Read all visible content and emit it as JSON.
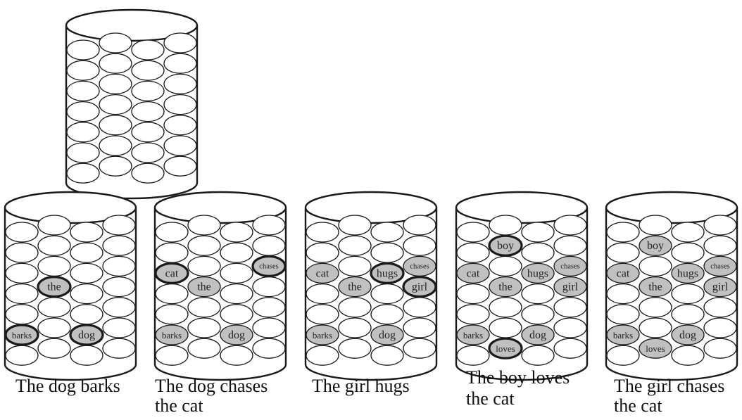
{
  "colors": {
    "stroke": "#1a1a1a",
    "filled": "#c0c0c0",
    "empty": "#ffffff"
  },
  "cylinders": [
    {
      "id": "blank",
      "caption": [],
      "words": []
    },
    {
      "id": "c1",
      "caption": [
        "The dog barks"
      ],
      "words": [
        {
          "slot": "3-1",
          "text": "the",
          "bold": true
        },
        {
          "slot": "5-0",
          "text": "barks",
          "bold": true
        },
        {
          "slot": "5-2",
          "text": "dog",
          "bold": true
        }
      ]
    },
    {
      "id": "c2",
      "caption": [
        "The dog chases",
        "the cat"
      ],
      "words": [
        {
          "slot": "2-0",
          "text": "cat",
          "bold": true
        },
        {
          "slot": "2-3",
          "text": "chases",
          "bold": true
        },
        {
          "slot": "3-1",
          "text": "the",
          "bold": false
        },
        {
          "slot": "5-0",
          "text": "barks",
          "bold": false
        },
        {
          "slot": "5-2",
          "text": "dog",
          "bold": false
        }
      ]
    },
    {
      "id": "c3",
      "caption": [
        "The girl hugs"
      ],
      "words": [
        {
          "slot": "2-0",
          "text": "cat",
          "bold": false
        },
        {
          "slot": "2-2",
          "text": "hugs",
          "bold": true
        },
        {
          "slot": "2-3",
          "text": "chases",
          "bold": false
        },
        {
          "slot": "3-1",
          "text": "the",
          "bold": false
        },
        {
          "slot": "3-3",
          "text": "girl",
          "bold": true
        },
        {
          "slot": "5-0",
          "text": "barks",
          "bold": false
        },
        {
          "slot": "5-2",
          "text": "dog",
          "bold": false
        }
      ]
    },
    {
      "id": "c4",
      "caption": [
        "The boy loves",
        "the cat"
      ],
      "words": [
        {
          "slot": "1-1",
          "text": "boy",
          "bold": true
        },
        {
          "slot": "2-0",
          "text": "cat",
          "bold": false
        },
        {
          "slot": "2-2",
          "text": "hugs",
          "bold": false
        },
        {
          "slot": "2-3",
          "text": "chases",
          "bold": false
        },
        {
          "slot": "3-1",
          "text": "the",
          "bold": false
        },
        {
          "slot": "3-3",
          "text": "girl",
          "bold": false
        },
        {
          "slot": "5-0",
          "text": "barks",
          "bold": false
        },
        {
          "slot": "5-2",
          "text": "dog",
          "bold": false
        },
        {
          "slot": "6-1",
          "text": "loves",
          "bold": true
        }
      ]
    },
    {
      "id": "c5",
      "caption": [
        "The girl chases",
        "the cat"
      ],
      "words": [
        {
          "slot": "1-1",
          "text": "boy",
          "bold": false
        },
        {
          "slot": "2-0",
          "text": "cat",
          "bold": false
        },
        {
          "slot": "2-2",
          "text": "hugs",
          "bold": false
        },
        {
          "slot": "2-3",
          "text": "chases",
          "bold": false
        },
        {
          "slot": "3-1",
          "text": "the",
          "bold": false
        },
        {
          "slot": "3-3",
          "text": "girl",
          "bold": false
        },
        {
          "slot": "5-0",
          "text": "barks",
          "bold": false
        },
        {
          "slot": "5-2",
          "text": "dog",
          "bold": false
        },
        {
          "slot": "6-1",
          "text": "loves",
          "bold": false
        }
      ]
    }
  ]
}
